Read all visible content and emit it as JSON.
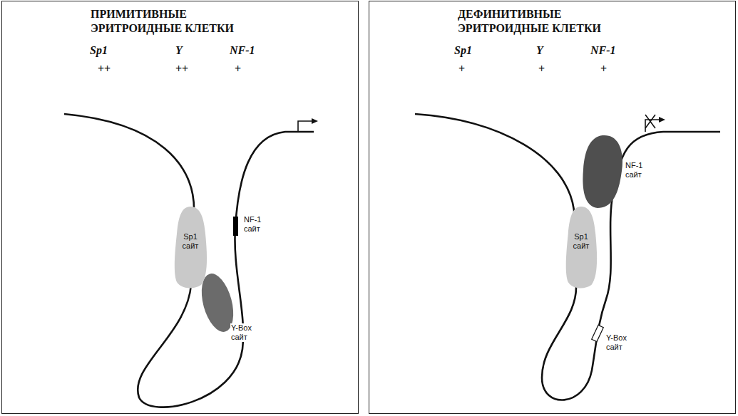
{
  "diagram": {
    "nodes": [
      {
        "text": [
          "ПРИМИТИВНЫЕ ЭРИТРОИДНЫЕ КЛЕТКИ"
        ]
      },
      {
        "text": [
          "Sp1 сайт"
        ],
        "in": 0
      },
      {
        "text": [
          "ДЕФИНИТИВНЫЕ ЭРИТРОИДНЫЕ КЛЕТКИ"
        ]
      },
      {
        "text": [
          "Sp1 сайт"
        ],
        "in": 2
      }
    ],
    "labels": [
      "Sp1",
      "Y",
      "NF-1",
      "++",
      "++",
      "+",
      "NF-1 сайт",
      "Y-Box сайт",
      "Sp1",
      "Y",
      "NF-1",
      "+",
      "+",
      "+",
      "NF-1 сайт",
      "Y-Box сайт"
    ]
  }
}
